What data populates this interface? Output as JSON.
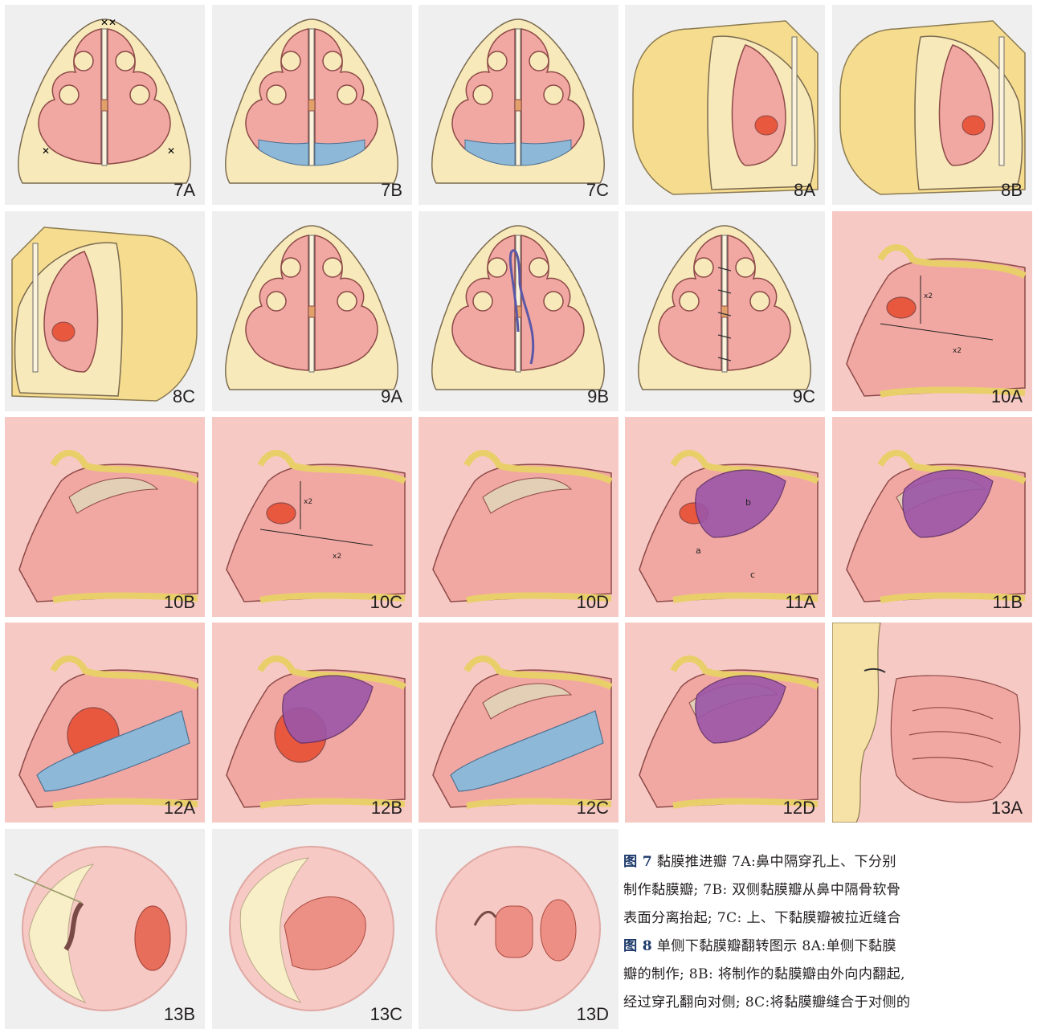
{
  "panels": [
    {
      "label": "7A",
      "view": "coronal"
    },
    {
      "label": "7B",
      "view": "coronal"
    },
    {
      "label": "7C",
      "view": "coronal"
    },
    {
      "label": "8A",
      "view": "block"
    },
    {
      "label": "8B",
      "view": "block"
    },
    {
      "label": "8C",
      "view": "block"
    },
    {
      "label": "9A",
      "view": "coronal"
    },
    {
      "label": "9B",
      "view": "coronal"
    },
    {
      "label": "9C",
      "view": "coronal"
    },
    {
      "label": "10A",
      "view": "sagittal"
    },
    {
      "label": "10B",
      "view": "sagittal"
    },
    {
      "label": "10C",
      "view": "sagittal"
    },
    {
      "label": "10D",
      "view": "sagittal"
    },
    {
      "label": "11A",
      "view": "sagittal"
    },
    {
      "label": "11B",
      "view": "sagittal"
    },
    {
      "label": "12A",
      "view": "sagittal"
    },
    {
      "label": "12B",
      "view": "sagittal"
    },
    {
      "label": "12C",
      "view": "sagittal"
    },
    {
      "label": "12D",
      "view": "sagittal"
    },
    {
      "label": "13A",
      "view": "face"
    },
    {
      "label": "13B",
      "view": "endoscopic"
    },
    {
      "label": "13C",
      "view": "endoscopic"
    },
    {
      "label": "13D",
      "view": "endoscopic"
    }
  ],
  "figure_text": {
    "dimension_label": "x2",
    "point_labels": [
      "a",
      "b",
      "c"
    ]
  },
  "caption": {
    "lines": [
      {
        "fig": "图 7",
        "text": "  黏膜推进瓣  7A:鼻中隔穿孔上、下分别"
      },
      {
        "fig": "",
        "text": "制作黏膜瓣; 7B: 双侧黏膜瓣从鼻中隔骨软骨"
      },
      {
        "fig": "",
        "text": "表面分离抬起; 7C: 上、下黏膜瓣被拉近缝合"
      },
      {
        "fig": "图 8",
        "text": "  单侧下黏膜瓣翻转图示  8A:单侧下黏膜"
      },
      {
        "fig": "",
        "text": "瓣的制作; 8B: 将制作的黏膜瓣由外向内翻起,"
      },
      {
        "fig": "",
        "text": "经过穿孔翻向对侧; 8C:将黏膜瓣缝合于对侧的"
      }
    ]
  },
  "colors": {
    "mucosa": "#f2a8a2",
    "cartilage": "#f7e9b9",
    "bone": "#e9cf6a",
    "flap_blue": "#8db8d8",
    "flap_purple": "#9b56a8",
    "perforation": "#e8583f",
    "graft": "#e2cfb5"
  }
}
